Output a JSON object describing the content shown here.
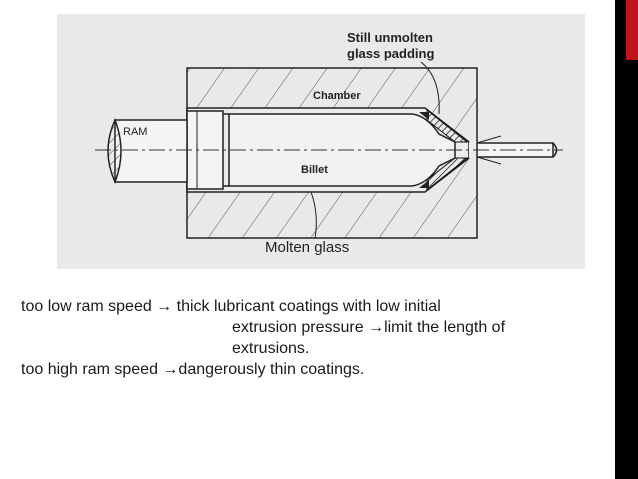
{
  "colors": {
    "background": "#ffffff",
    "diagram_bg": "#e9e9e9",
    "right_stripe": "#000000",
    "accent_red": "#c0141c"
  },
  "diagram": {
    "labels": {
      "ram": "RAM",
      "chamber": "Chamber",
      "billet": "Billet",
      "padding_line1": "Still unmolten",
      "padding_line2": "glass padding",
      "molten": "Molten glass"
    }
  },
  "body": {
    "lines": [
      "too low ram speed →  thick lubricant coatings with low initial",
      "extrusion pressure →limit the length of",
      "extrusions.",
      "too high ram speed →dangerously thin coatings."
    ]
  }
}
